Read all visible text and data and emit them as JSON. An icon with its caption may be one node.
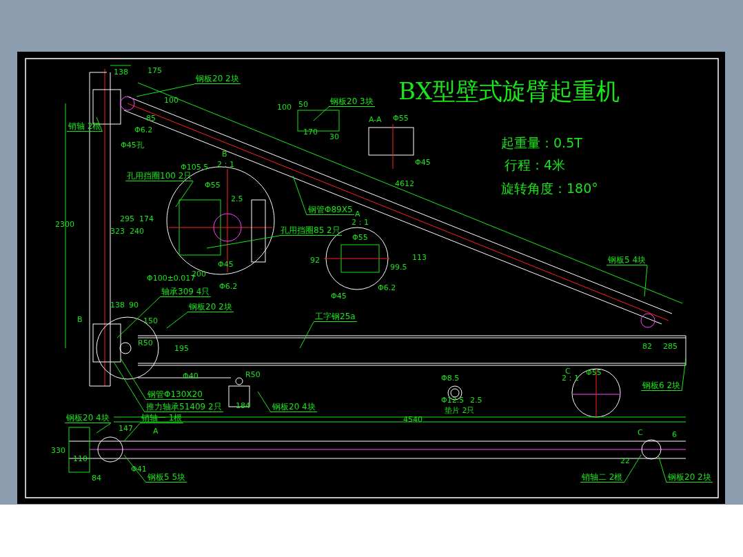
{
  "diagram": {
    "title": "BX型壁式旋臂起重机",
    "nodes": [
      {
        "text": [
          "钢板20 2块"
        ]
      },
      {
        "text": [
          "钢板20 3块"
        ]
      },
      {
        "text": [
          "销轴 2根"
        ]
      },
      {
        "text": [
          "孔用挡圈100 2只"
        ]
      },
      {
        "text": [
          "钢管Φ89X5"
        ]
      },
      {
        "text": [
          "孔用挡圈85 2只"
        ]
      },
      {
        "text": [
          "钢板5 4块"
        ]
      },
      {
        "text": [
          "轴承309 4只"
        ]
      },
      {
        "text": [
          "钢板20 2块"
        ]
      },
      {
        "text": [
          "工字钢25a"
        ]
      },
      {
        "text": [
          "钢管Φ130X20"
        ]
      },
      {
        "text": [
          "推力轴承51409 2只"
        ]
      },
      {
        "text": [
          "钢板20 4块"
        ]
      },
      {
        "text": [
          "钢板6 2块"
        ]
      },
      {
        "text": [
          "钢板20 4块"
        ]
      },
      {
        "text": [
          "销轴一 1根"
        ]
      },
      {
        "text": [
          "钢板5 5块"
        ]
      },
      {
        "text": [
          "销轴二 2根"
        ]
      },
      {
        "text": [
          "钢板20 2块"
        ]
      }
    ],
    "edges": [
      {
        "from": 0,
        "to": null,
        "arrow": "none"
      },
      {
        "from": 1,
        "to": null,
        "arrow": "none"
      },
      {
        "from": 2,
        "to": null,
        "arrow": "none"
      },
      {
        "from": 3,
        "to": null,
        "arrow": "none"
      },
      {
        "from": 4,
        "to": null,
        "arrow": "none"
      },
      {
        "from": 5,
        "to": null,
        "arrow": "none"
      },
      {
        "from": 6,
        "to": null,
        "arrow": "none"
      },
      {
        "from": 7,
        "to": null,
        "arrow": "none"
      },
      {
        "from": 8,
        "to": null,
        "arrow": "none"
      },
      {
        "from": 9,
        "to": null,
        "arrow": "none"
      },
      {
        "from": 10,
        "to": null,
        "arrow": "none"
      },
      {
        "from": 11,
        "to": null,
        "arrow": "none"
      },
      {
        "from": 12,
        "to": null,
        "arrow": "none"
      },
      {
        "from": 13,
        "to": null,
        "arrow": "none"
      },
      {
        "from": 14,
        "to": null,
        "arrow": "none"
      },
      {
        "from": 15,
        "to": null,
        "arrow": "none"
      },
      {
        "from": 16,
        "to": null,
        "arrow": "none"
      },
      {
        "from": 17,
        "to": null,
        "arrow": "none"
      },
      {
        "from": 18,
        "to": null,
        "arrow": "none"
      }
    ],
    "labels": [
      "起重量：0.5T",
      "行程：4米",
      "旋转角度：180°",
      "138",
      "175",
      "100",
      "85",
      "Φ6.2",
      "Φ45孔",
      "100",
      "50",
      "170",
      "30",
      "A-A",
      "Φ55",
      "Φ45",
      "4612",
      "B",
      "2：1",
      "Φ105.5",
      "Φ55",
      "2.5",
      "323",
      "295",
      "240",
      "174",
      "Φ45",
      "200",
      "Φ100±0.017",
      "Φ6.2",
      "A",
      "2：1",
      "Φ55",
      "92",
      "99.5",
      "113",
      "Φ45",
      "Φ6.2",
      "2300",
      "B",
      "138",
      "90",
      "150",
      "R50",
      "195",
      "Φ40",
      "R50",
      "184",
      "82",
      "285",
      "C",
      "2：1",
      "Φ55",
      "Φ8.5",
      "Φ12.5",
      "2.5",
      "垫片 2只",
      "4540",
      "147",
      "330",
      "110",
      "84",
      "Φ41",
      "A",
      "C",
      "6",
      "22"
    ]
  }
}
